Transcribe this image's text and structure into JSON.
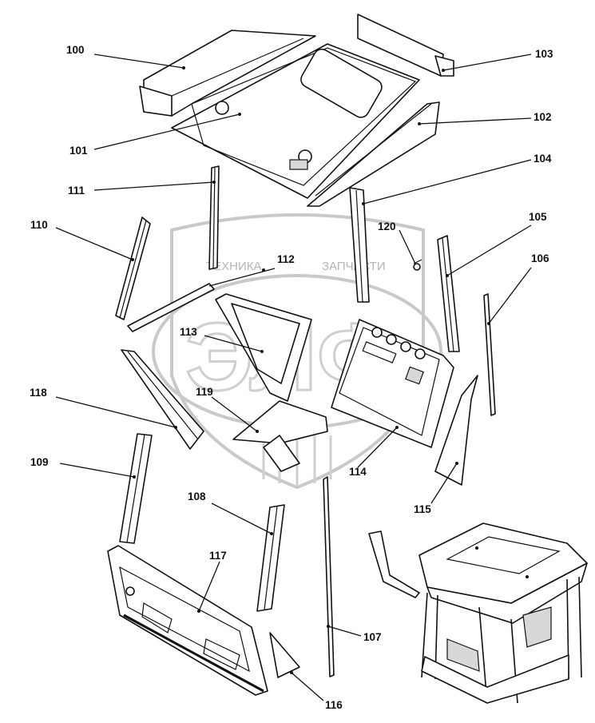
{
  "watermark": {
    "line_left": "ТЕХНИКА",
    "line_right": "ЗАПЧАСТИ",
    "monogram": "ЭЛФ"
  },
  "labels": {
    "l100": "100",
    "l101": "101",
    "l102": "102",
    "l103": "103",
    "l104": "104",
    "l105": "105",
    "l106": "106",
    "l107": "107",
    "l108": "108",
    "l109": "109",
    "l110": "110",
    "l111": "111",
    "l112": "112",
    "l113": "113",
    "l114": "114",
    "l115": "115",
    "l116": "116",
    "l117": "117",
    "l118": "118",
    "l119": "119",
    "l120": "120"
  }
}
